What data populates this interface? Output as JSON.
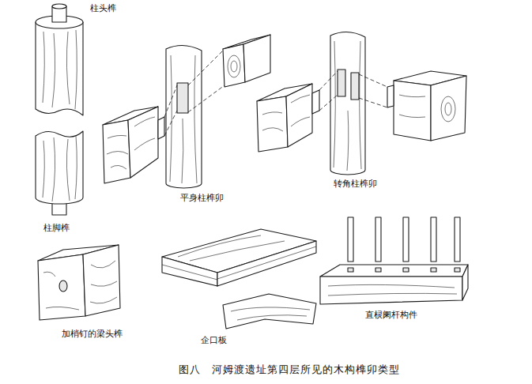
{
  "diagram": {
    "caption": "图八　河姆渡遗址第四层所见的木构榫卯类型",
    "labels": [
      "柱头榫",
      "柱脚榫",
      "平身柱榫卯",
      "转角柱榫卯",
      "加梢钉的梁头榫",
      "企口板",
      "直棂阑杆构件"
    ]
  }
}
